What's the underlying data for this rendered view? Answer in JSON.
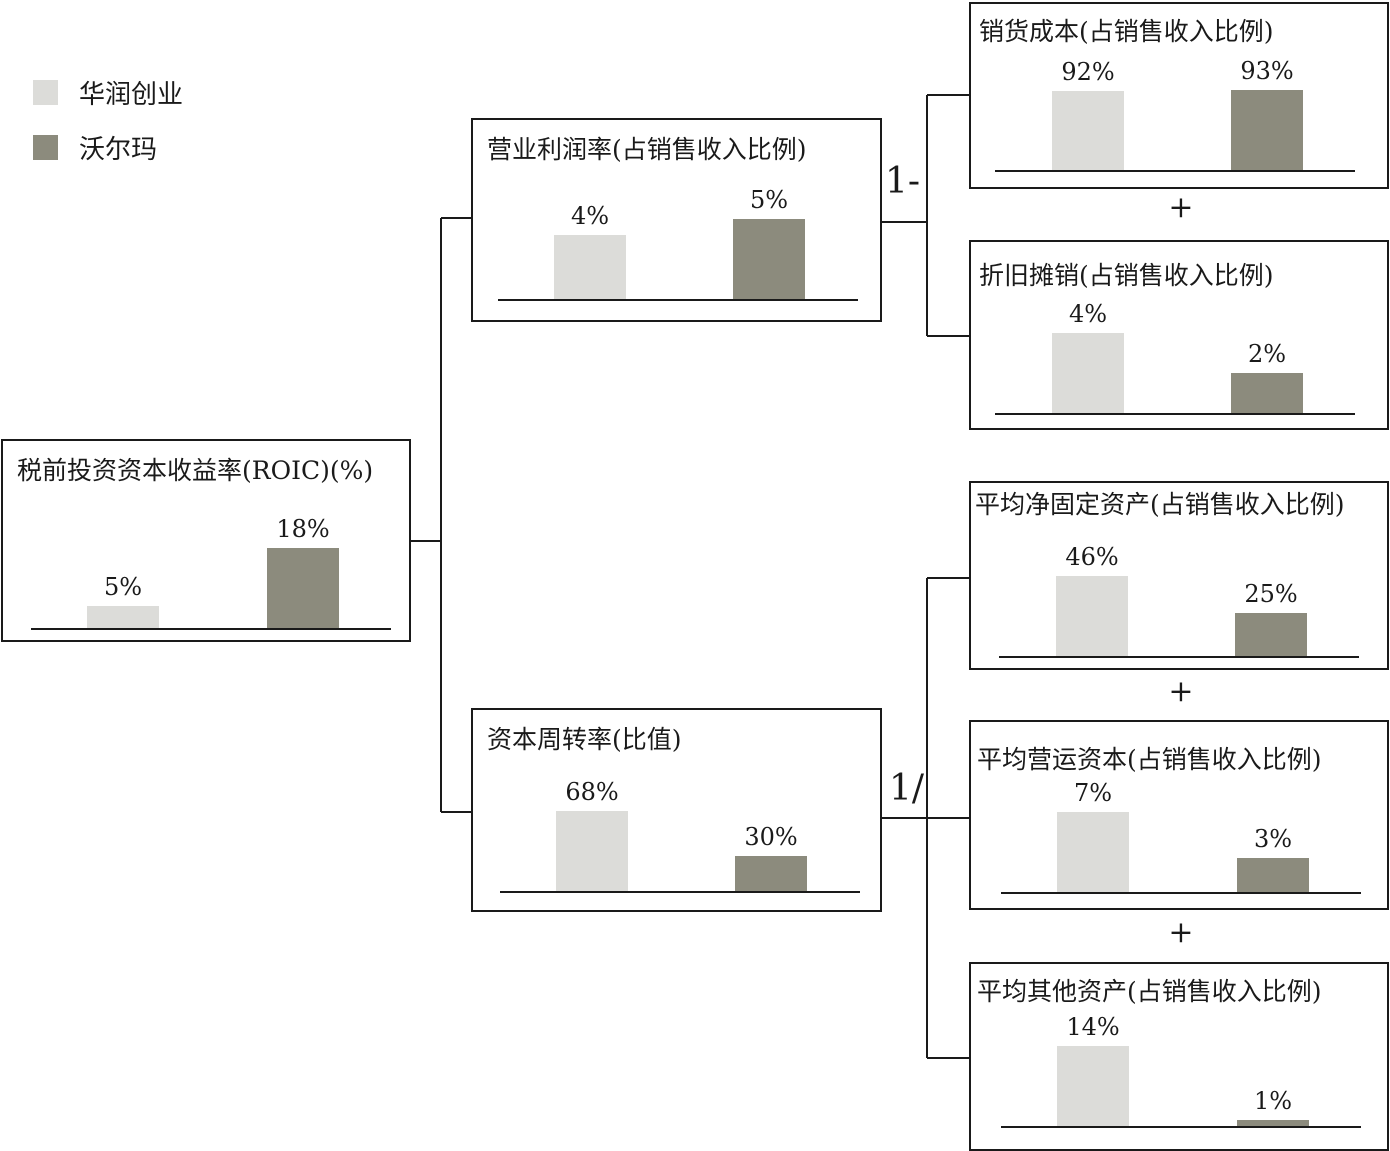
{
  "legend": {
    "items": [
      {
        "label": "华润创业",
        "color": "#dcdcd9"
      },
      {
        "label": "沃尔玛",
        "color": "#8c8b7d"
      }
    ]
  },
  "operators": {
    "one_minus": "1-",
    "one_over": "1/",
    "plus": "+"
  },
  "nodes": {
    "roic": {
      "title": "税前投资资本收益率(ROIC)(%)",
      "values": [
        "5%",
        "18%"
      ]
    },
    "op_margin": {
      "title": "营业利润率(占销售收入比例)",
      "values": [
        "4%",
        "5%"
      ]
    },
    "cap_turnover": {
      "title": "资本周转率(比值)",
      "values": [
        "68%",
        "30%"
      ]
    },
    "cogs": {
      "title": "销货成本(占销售收入比例)",
      "values": [
        "92%",
        "93%"
      ]
    },
    "dep_amort": {
      "title": "折旧摊销(占销售收入比例)",
      "values": [
        "4%",
        "2%"
      ]
    },
    "net_fixed": {
      "title": "平均净固定资产(占销售收入比例)",
      "values": [
        "46%",
        "25%"
      ]
    },
    "working_cap": {
      "title": "平均营运资本(占销售收入比例)",
      "values": [
        "7%",
        "3%"
      ]
    },
    "other_assets": {
      "title": "平均其他资产(占销售收入比例)",
      "values": [
        "14%",
        "1%"
      ]
    }
  },
  "chart_data": [
    {
      "type": "bar",
      "title": "税前投资资本收益率(ROIC)(%)",
      "categories": [
        "华润创业",
        "沃尔玛"
      ],
      "values": [
        5,
        18
      ]
    },
    {
      "type": "bar",
      "title": "营业利润率(占销售收入比例)",
      "categories": [
        "华润创业",
        "沃尔玛"
      ],
      "values": [
        4,
        5
      ]
    },
    {
      "type": "bar",
      "title": "资本周转率(比值)",
      "categories": [
        "华润创业",
        "沃尔玛"
      ],
      "values": [
        68,
        30
      ]
    },
    {
      "type": "bar",
      "title": "销货成本(占销售收入比例)",
      "categories": [
        "华润创业",
        "沃尔玛"
      ],
      "values": [
        92,
        93
      ]
    },
    {
      "type": "bar",
      "title": "折旧摊销(占销售收入比例)",
      "categories": [
        "华润创业",
        "沃尔玛"
      ],
      "values": [
        4,
        2
      ]
    },
    {
      "type": "bar",
      "title": "平均净固定资产(占销售收入比例)",
      "categories": [
        "华润创业",
        "沃尔玛"
      ],
      "values": [
        46,
        25
      ]
    },
    {
      "type": "bar",
      "title": "平均营运资本(占销售收入比例)",
      "categories": [
        "华润创业",
        "沃尔玛"
      ],
      "values": [
        7,
        3
      ]
    },
    {
      "type": "bar",
      "title": "平均其他资产(占销售收入比例)",
      "categories": [
        "华润创业",
        "沃尔玛"
      ],
      "values": [
        14,
        1
      ]
    }
  ]
}
